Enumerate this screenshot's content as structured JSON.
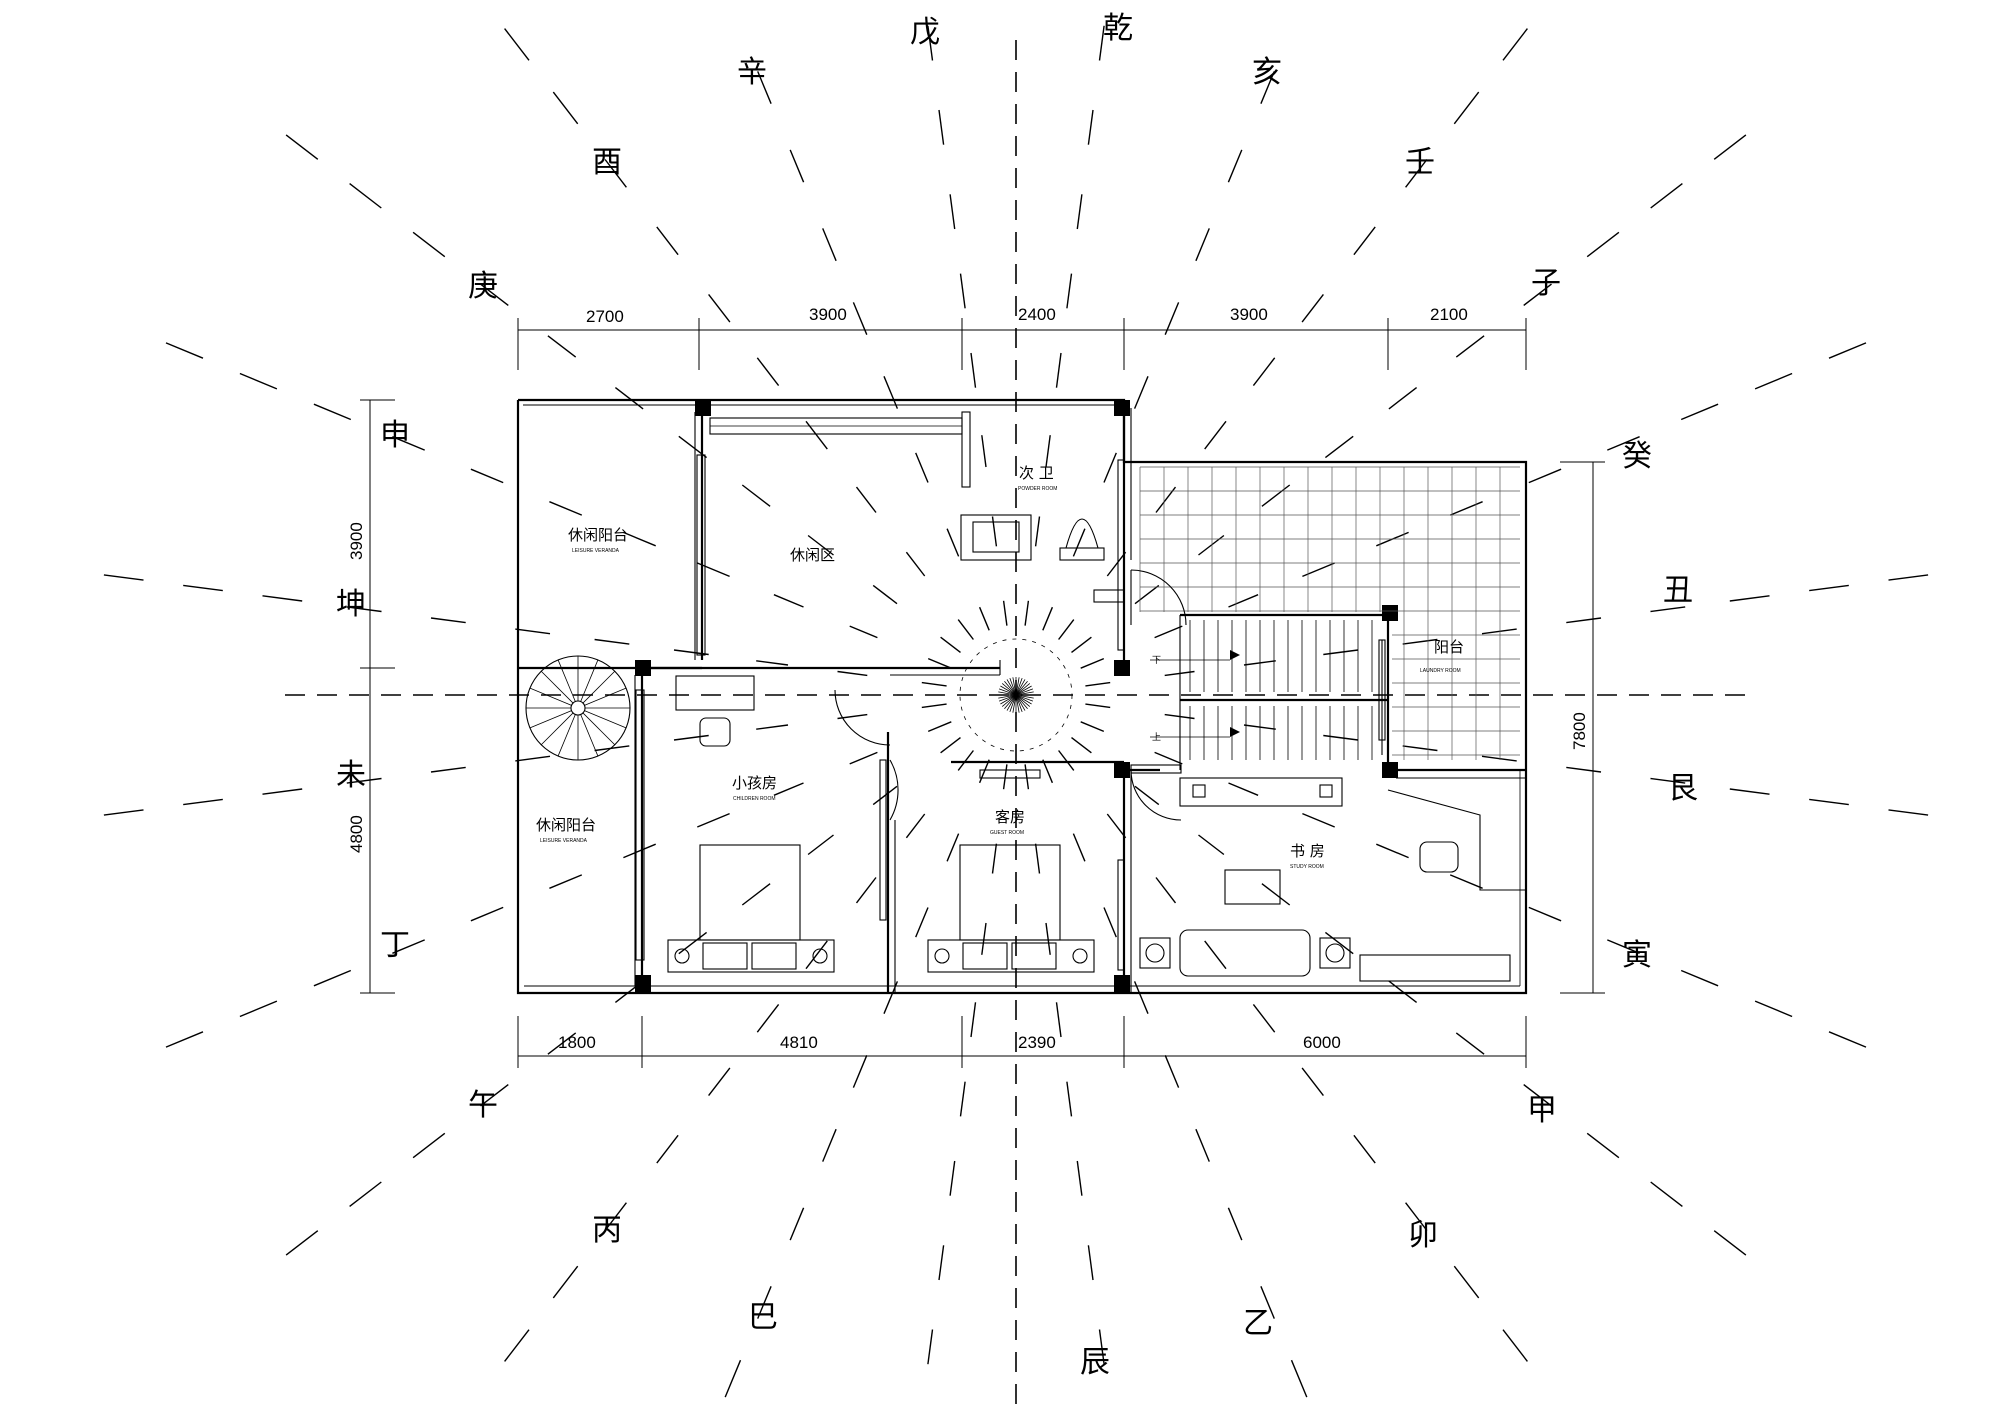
{
  "compass": {
    "north": "乾",
    "wu": "戊",
    "xin": "辛",
    "you": "酉",
    "geng": "庚",
    "shen": "申",
    "kun": "坤",
    "wei": "未",
    "ding": "丁",
    "wu2": "午",
    "bing": "丙",
    "si": "巳",
    "chen": "辰",
    "yi": "乙",
    "mao": "卯",
    "jia": "甲",
    "yin": "寅",
    "gen": "艮",
    "chou": "丑",
    "gui": "癸",
    "zi": "子",
    "ren": "壬",
    "hai": "亥"
  },
  "dimensions": {
    "top": [
      "2700",
      "3900",
      "2400",
      "3900",
      "2100"
    ],
    "bottom": [
      "1800",
      "4810",
      "2390",
      "6000"
    ],
    "left": [
      "3900",
      "4800"
    ],
    "right": [
      "7800"
    ]
  },
  "rooms": {
    "leisure_balcony_top": "休闲阳台",
    "leisure_balcony_top_en": "LEISURE VERANDA",
    "leisure_area": "休闲区",
    "second_bath": "次 卫",
    "second_bath_en": "POWDER ROOM",
    "balcony": "阳台",
    "balcony_en": "LAUNDRY ROOM",
    "leisure_balcony_bottom": "休闲阳台",
    "leisure_balcony_bottom_en": "LEISURE VERANDA",
    "kids_room": "小孩房",
    "kids_room_en": "CHILDREN ROOM",
    "guest_room": "客房",
    "guest_room_en": "GUEST ROOM",
    "study": "书 房",
    "study_en": "STUDY ROOM",
    "stair_down": "下",
    "stair_up": "上"
  }
}
